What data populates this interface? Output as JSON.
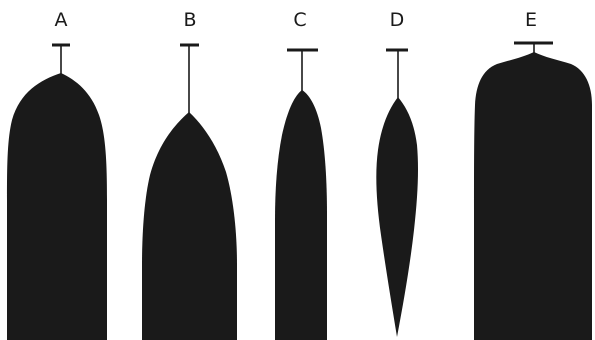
{
  "figure": {
    "colors": {
      "shape": "#1a1a1a",
      "background": "#ffffff"
    },
    "shapes": [
      {
        "label": "A"
      },
      {
        "label": "B"
      },
      {
        "label": "C"
      },
      {
        "label": "D"
      },
      {
        "label": "E"
      }
    ]
  }
}
